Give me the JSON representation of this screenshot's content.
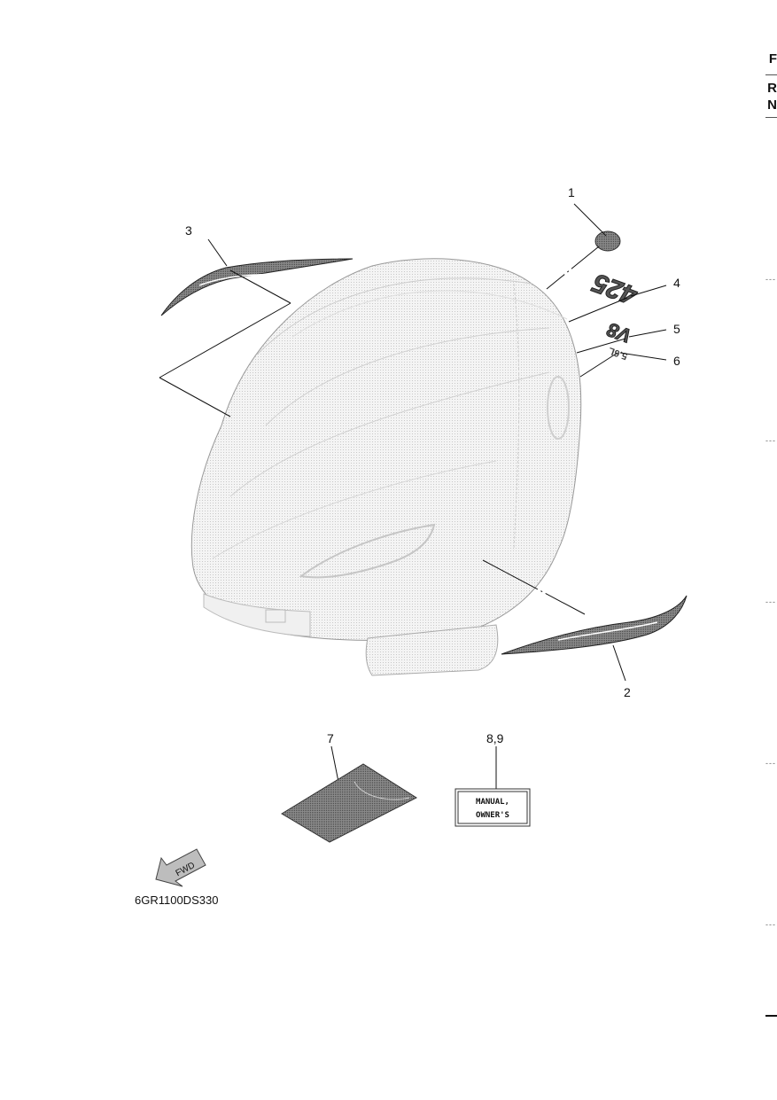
{
  "edge_marks": [
    "F",
    "R",
    "N"
  ],
  "callouts": [
    "1",
    "2",
    "3",
    "4",
    "5",
    "6",
    "7",
    "8,9"
  ],
  "label_text": [
    "MANUAL,",
    "OWNER'S"
  ],
  "fwd_text": "FWD",
  "drawing_code": "6GR1100DS330",
  "colors": {
    "line": "#111111",
    "fill_light": "#eeeeee",
    "fill_dark": "#777777"
  }
}
